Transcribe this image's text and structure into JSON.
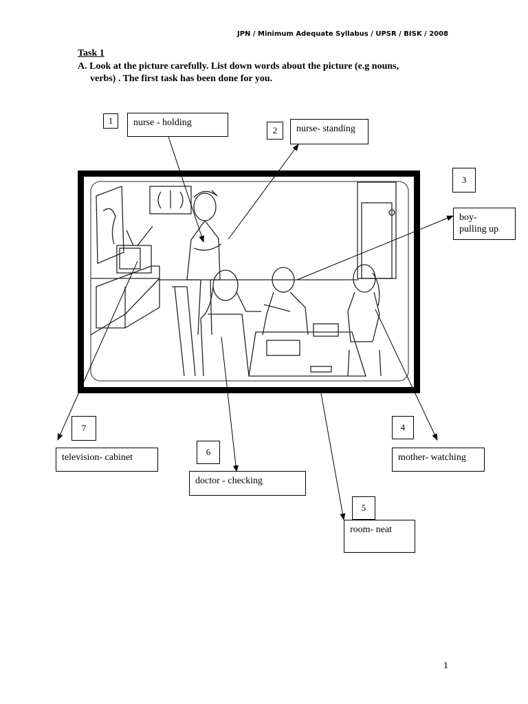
{
  "header": "JPN / Minimum Adequate Syllabus / UPSR / BISK / 2008",
  "task": {
    "title": "Task 1",
    "instruction_line1": "A. Look at the picture carefully. List down words about the picture (e.g  nouns,",
    "instruction_line2": "verbs) . The first task has been done for you."
  },
  "labels": [
    {
      "number": "1",
      "text": "nurse - holding"
    },
    {
      "number": "2",
      "text": "nurse- standing"
    },
    {
      "number": "3",
      "text_line1": "boy-",
      "text_line2": "pulling up"
    },
    {
      "number": "4",
      "text": "mother- watching"
    },
    {
      "number": "5",
      "text": "room- neat"
    },
    {
      "number": "6",
      "text": "doctor - checking"
    },
    {
      "number": "7",
      "text": "television- cabinet"
    }
  ],
  "page_number": "1"
}
